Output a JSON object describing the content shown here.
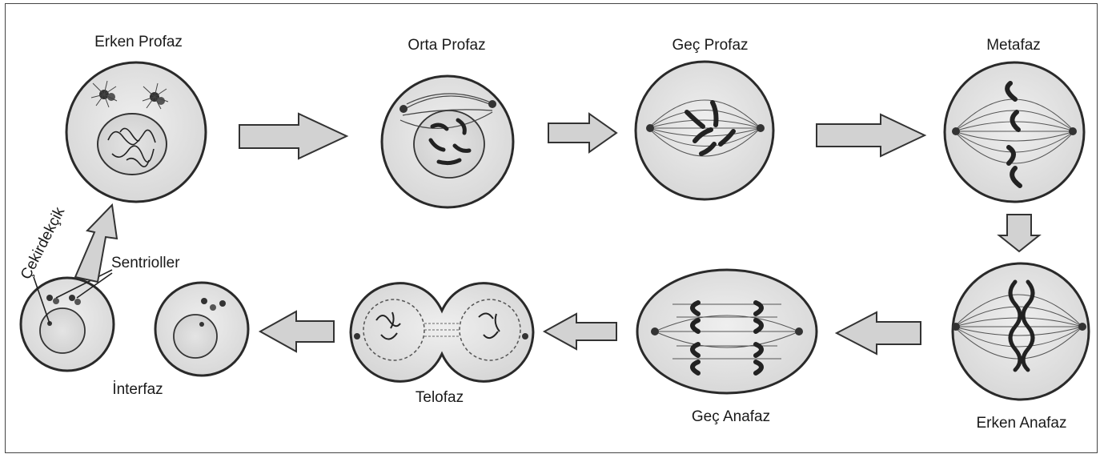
{
  "stages": {
    "early_prophase": "Erken Profaz",
    "mid_prophase": "Orta Profaz",
    "late_prophase": "Geç Profaz",
    "metaphase": "Metafaz",
    "early_anaphase": "Erken Anafaz",
    "late_anaphase": "Geç Anafaz",
    "telophase": "Telofaz",
    "interphase": "İnterfaz"
  },
  "annotations": {
    "nucleolus": "Çekirdekçik",
    "centrioles": "Sentrioller"
  },
  "colors": {
    "arrow_fill": "#d2d2d2",
    "outline": "#2a2a2a",
    "cell_fill": "#e6e6e6",
    "nucleus_fill": "#d9d9d9",
    "chromosome": "#222222"
  }
}
